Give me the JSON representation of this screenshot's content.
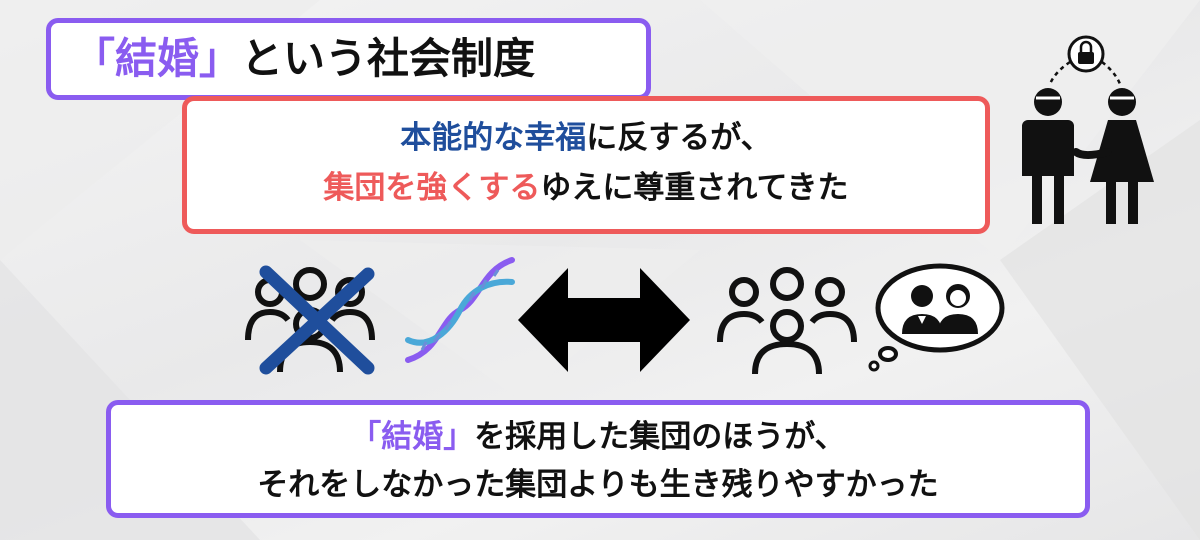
{
  "title": {
    "quote": "「結婚」",
    "rest": "という社会制度"
  },
  "middle": {
    "line1_emph": "本能的な幸福",
    "line1_rest": "に反するが、",
    "line2_emph": "集団を強くする",
    "line2_rest": "ゆえに尊重されてきた"
  },
  "bottom": {
    "line1_quote": "「結婚」",
    "line1_rest": "を採用した集団のほうが、",
    "line2": "それをしなかった集団よりも生き残りやすかった"
  },
  "icons": [
    "couple-lock-icon",
    "crossed-out-group-icon",
    "dna-icon",
    "double-arrow-icon",
    "group-icon",
    "married-couple-thought-icon"
  ],
  "colors": {
    "purple": "#8a5cf0",
    "red": "#ee5a5a",
    "blue": "#1f4e9c",
    "cross": "#1f4e9c"
  }
}
